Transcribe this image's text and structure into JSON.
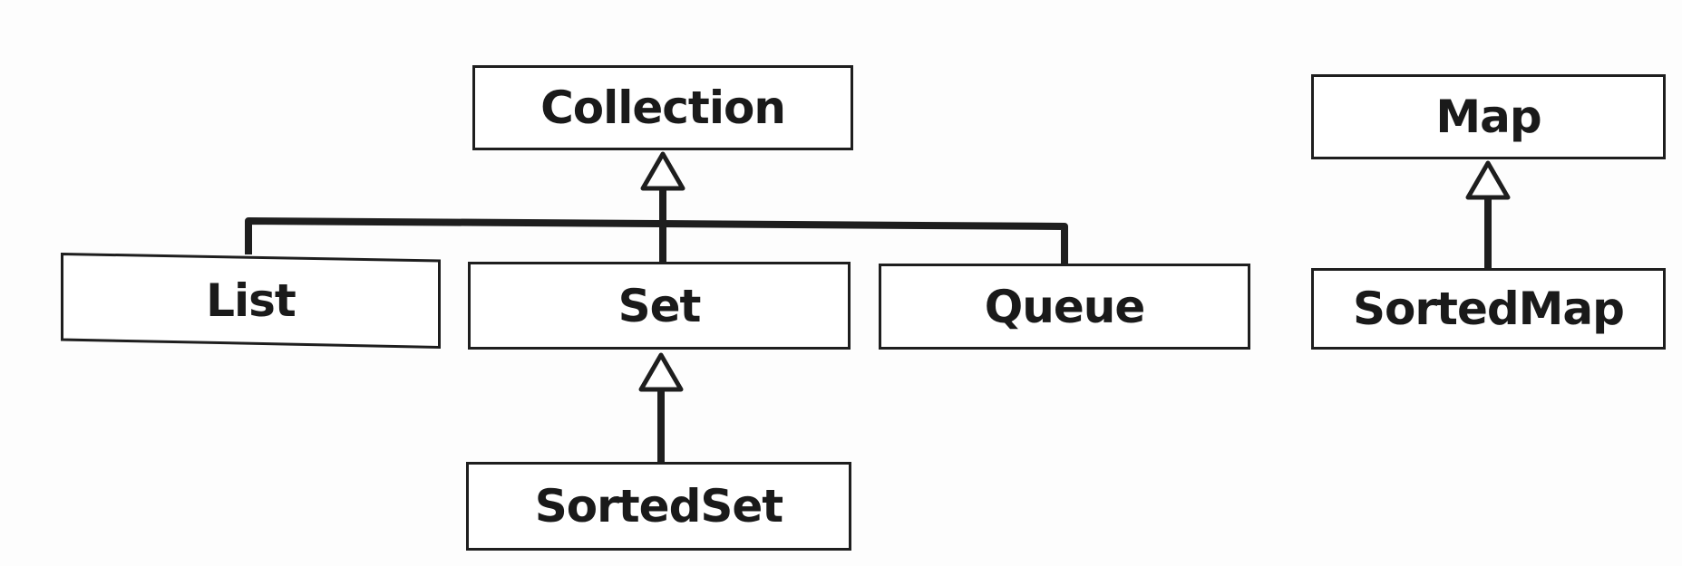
{
  "diagram": {
    "nodes": {
      "collection": "Collection",
      "list": "List",
      "set": "Set",
      "queue": "Queue",
      "sortedset": "SortedSet",
      "map": "Map",
      "sortedmap": "SortedMap"
    },
    "edges": [
      {
        "from": "list",
        "to": "collection",
        "type": "generalization"
      },
      {
        "from": "set",
        "to": "collection",
        "type": "generalization"
      },
      {
        "from": "queue",
        "to": "collection",
        "type": "generalization"
      },
      {
        "from": "sortedset",
        "to": "set",
        "type": "generalization"
      },
      {
        "from": "sortedmap",
        "to": "map",
        "type": "generalization"
      }
    ],
    "colors": {
      "line": "#1e1e1e",
      "box_fill": "#ffffff",
      "text": "#1a1a1a"
    }
  }
}
